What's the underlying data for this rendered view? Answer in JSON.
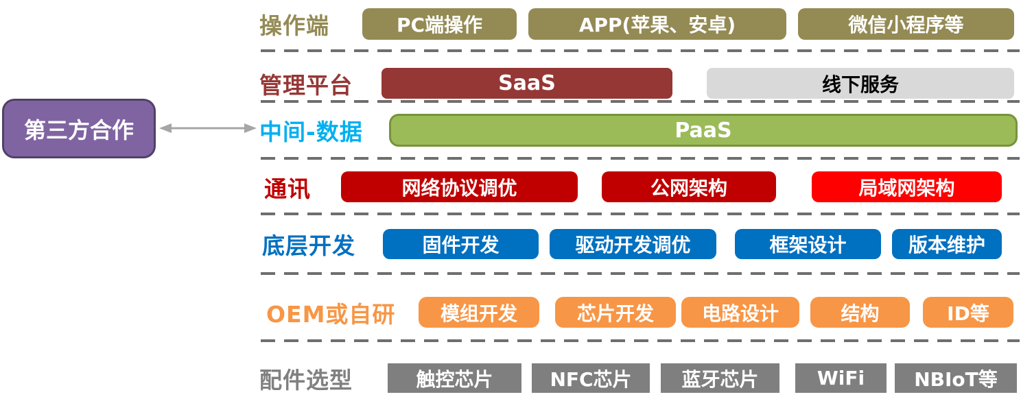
{
  "side": {
    "third_party_label": "第三方合作"
  },
  "rows": [
    {
      "label": "操作端",
      "color": "#948A54",
      "items": [
        "PC端操作",
        "APP(苹果、安卓)",
        "微信小程序等"
      ]
    },
    {
      "label": "管理平台",
      "color": "#953735",
      "items": [
        "SaaS",
        "线下服务"
      ]
    },
    {
      "label": "中间-数据",
      "color": "#00B0F0",
      "items": [
        "PaaS"
      ]
    },
    {
      "label": "通讯",
      "color": "#C00000",
      "items": [
        "网络协议调优",
        "公网架构",
        "局域网架构"
      ]
    },
    {
      "label": "底层开发",
      "color": "#0070C0",
      "items": [
        "固件开发",
        "驱动开发调优",
        "框架设计",
        "版本维护"
      ]
    },
    {
      "label": "OEM或自研",
      "color": "#F79646",
      "items": [
        "模组开发",
        "芯片开发",
        "电路设计",
        "结构",
        "ID等"
      ]
    },
    {
      "label": "配件选型",
      "color": "#808080",
      "items": [
        "触控芯片",
        "NFC芯片",
        "蓝牙芯片",
        "WiFi",
        "NBIoT等"
      ]
    }
  ],
  "palette": {
    "olive": "#948A54",
    "dark_red": "#953735",
    "offline_service_gray": "#D9D9D9",
    "paas_green_fill": "#9BBB59",
    "paas_green_border": "#77933C",
    "cyan_label": "#00B0F0",
    "comm_red": "#C00000",
    "lan_bright_red": "#FF0000",
    "dev_blue": "#0070C0",
    "oem_orange": "#F79646",
    "component_gray": "#7F7F7F",
    "third_party_purple": "#8064A2",
    "third_party_border": "#4F4266",
    "arrow_gray": "#A6A6A6",
    "divider_gray": "#6E6E6E"
  }
}
